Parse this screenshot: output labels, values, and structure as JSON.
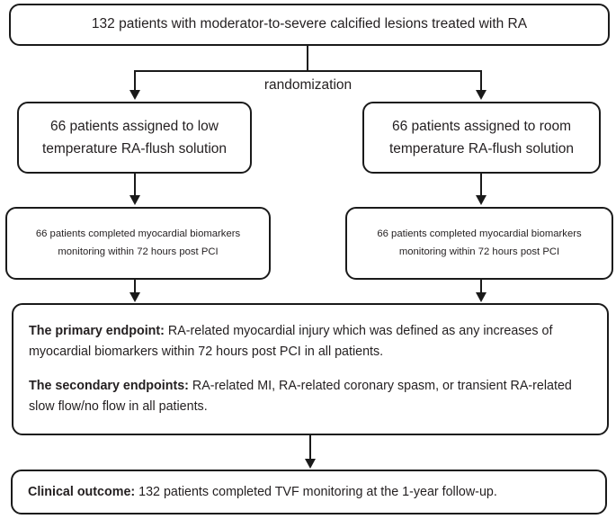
{
  "diagram": {
    "title": "CONSORT-style trial flow diagram",
    "colors": {
      "stroke": "#1a1a1a",
      "text": "#231f20",
      "background": "#ffffff"
    },
    "nodes": {
      "enrollment": {
        "text": "132 patients with moderator-to-severe calcified lesions treated with RA"
      },
      "randomization_label": "randomization",
      "assign_left": {
        "line1": "66 patients assigned to low",
        "line2": "temperature RA-flush solution"
      },
      "assign_right": {
        "line1": "66 patients assigned to room",
        "line2": "temperature RA-flush solution"
      },
      "monitor_left": {
        "line1": "66 patients completed myocardial biomarkers",
        "line2": "monitoring within 72 hours post PCI"
      },
      "monitor_right": {
        "line1": "66 patients completed myocardial biomarkers",
        "line2": "monitoring within 72 hours post PCI"
      },
      "endpoints": {
        "primary_lead": "The primary endpoint:",
        "primary_body": " RA-related myocardial injury which was defined as any increases of myocardial biomarkers within 72 hours post PCI in all patients.",
        "secondary_lead": "The secondary endpoints:",
        "secondary_body": " RA-related MI, RA-related coronary spasm, or transient RA-related slow flow/no flow in all patients."
      },
      "outcome": {
        "lead": "Clinical outcome:",
        "body": " 132 patients completed TVF monitoring at the 1-year follow-up."
      }
    }
  }
}
